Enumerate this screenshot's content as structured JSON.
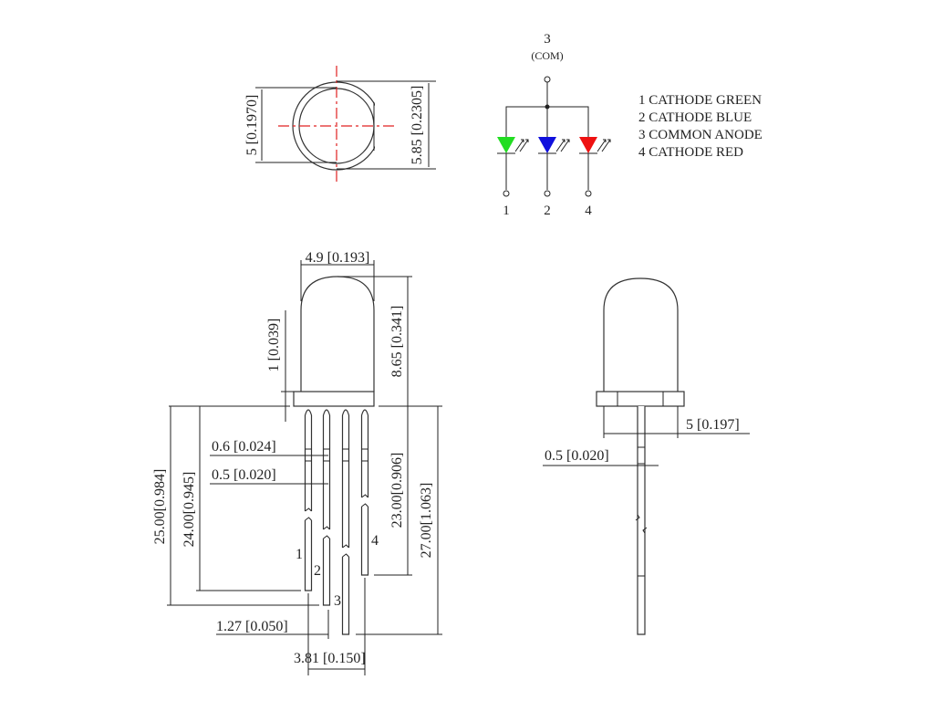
{
  "top_view": {
    "dim_inner": "5 [0.1970]",
    "dim_outer": "5.85 [0.2305]"
  },
  "schematic": {
    "common_pin": "3",
    "common_label": "(COM)",
    "pins": [
      "1",
      "2",
      "4"
    ],
    "led_colors": [
      "#22dd22",
      "#1010dd",
      "#ee1111"
    ],
    "legend": [
      "1 CATHODE GREEN",
      "2 CATHODE BLUE",
      "3 COMMON ANODE",
      "4 CATHODE RED"
    ]
  },
  "front_view": {
    "dim_width": "4.9 [0.193]",
    "dim_height": "8.65 [0.341]",
    "dim_flange": "1 [0.039]",
    "dim_lead_wide": "0.6 [0.024]",
    "dim_lead_narrow": "0.5 [0.020]",
    "dim_pin1": "25.00[0.984]",
    "dim_pin2": "24.00[0.945]",
    "dim_pin4": "23.00[0.906]",
    "dim_pin3": "27.00[1.063]",
    "dim_pitch": "1.27 [0.050]",
    "dim_span": "3.81 [0.150]",
    "lead_labels": [
      "1",
      "2",
      "3",
      "4"
    ]
  },
  "side_view": {
    "dim_width": "5 [0.197]",
    "dim_lead": "0.5 [0.020]"
  }
}
